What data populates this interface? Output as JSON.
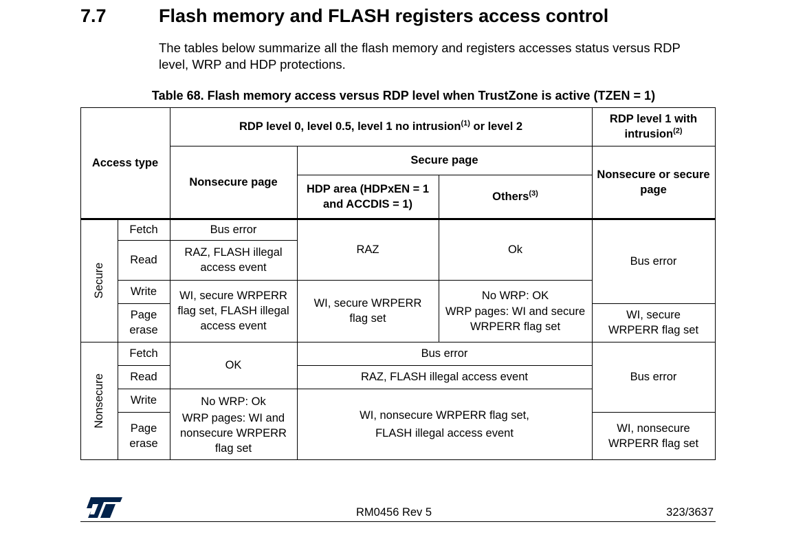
{
  "section": {
    "number": "7.7",
    "title": "Flash memory and FLASH registers access control",
    "intro": "The tables below summarize all the flash memory and registers accesses status versus RDP level, WRP and HDP protections."
  },
  "table": {
    "caption": "Table 68. Flash memory access versus RDP level when TrustZone is active (TZEN = 1)",
    "headers": {
      "access_type": "Access type",
      "rdp_group": "RDP level 0, level 0.5, level 1 no intrusion",
      "rdp_group_sup": "(1)",
      "rdp_group_tail": " or level 2",
      "intrusion": "RDP level 1 with intrusion",
      "intrusion_sup": "(2)",
      "nonsecure_page": "Nonsecure page",
      "secure_page": "Secure page",
      "hdp_area": "HDP area (HDPxEN = 1 and ACCDIS = 1)",
      "others": "Others",
      "others_sup": "(3)",
      "ns_or_s_page": "Nonsecure or secure page"
    },
    "groups": {
      "secure": "Secure",
      "nonsecure": "Nonsecure"
    },
    "ops": {
      "fetch": "Fetch",
      "read": "Read",
      "write": "Write",
      "page_erase": "Page erase"
    },
    "secure": {
      "ns_fetch": "Bus error",
      "ns_read": "RAZ, FLASH illegal access event",
      "ns_write_erase": "WI, secure WRPERR flag set, FLASH illegal access event",
      "hdp_fetch_read": "RAZ",
      "hdp_write_erase": "WI, secure WRPERR flag set",
      "others_fetch_read": "Ok",
      "others_write_erase_1": "No WRP: OK",
      "others_write_erase_2": "WRP pages: WI and secure WRPERR flag set",
      "intr_fetch_write": "Bus error",
      "intr_erase": "WI, secure WRPERR flag set"
    },
    "nonsecure": {
      "ns_fetch_read": "OK",
      "ns_write_erase_1": "No WRP: Ok",
      "ns_write_erase_2": "WRP pages: WI and nonsecure WRPERR flag set",
      "sec_fetch": "Bus error",
      "sec_read": "RAZ, FLASH illegal access event",
      "sec_write_erase": "WI, nonsecure WRPERR flag set, FLASH illegal access event",
      "intr_fetch_write": "Bus error",
      "intr_erase": "WI, nonsecure WRPERR flag set"
    }
  },
  "footer": {
    "logo": "ST",
    "doc": "RM0456 Rev 5",
    "page": "323/3637"
  }
}
